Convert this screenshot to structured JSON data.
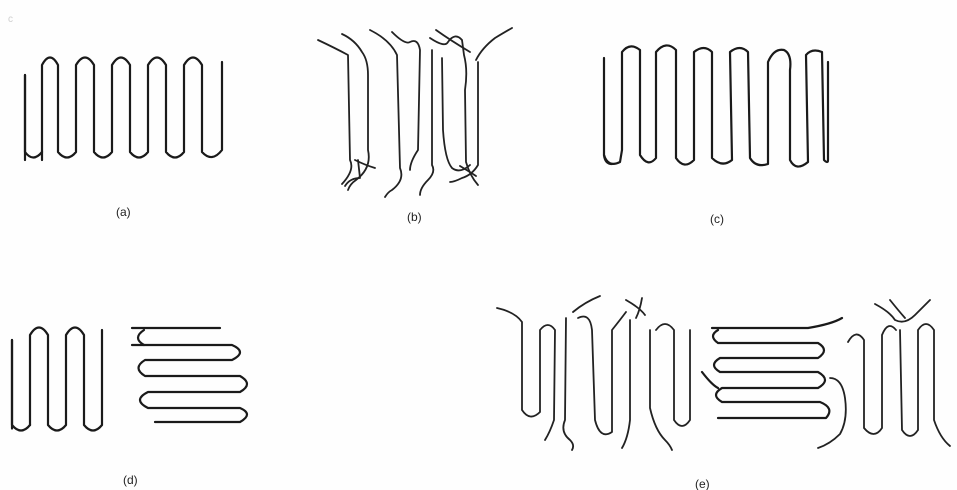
{
  "diagram": {
    "panels": [
      {
        "id": "a",
        "label": "(a)"
      },
      {
        "id": "b",
        "label": "(b)"
      },
      {
        "id": "c",
        "label": "(c)"
      },
      {
        "id": "d",
        "label": "(d)"
      },
      {
        "id": "e",
        "label": "(e)"
      }
    ],
    "corner_mark": "c"
  },
  "colors": {
    "background": "#fefefe",
    "line": "#1a1a1a"
  }
}
